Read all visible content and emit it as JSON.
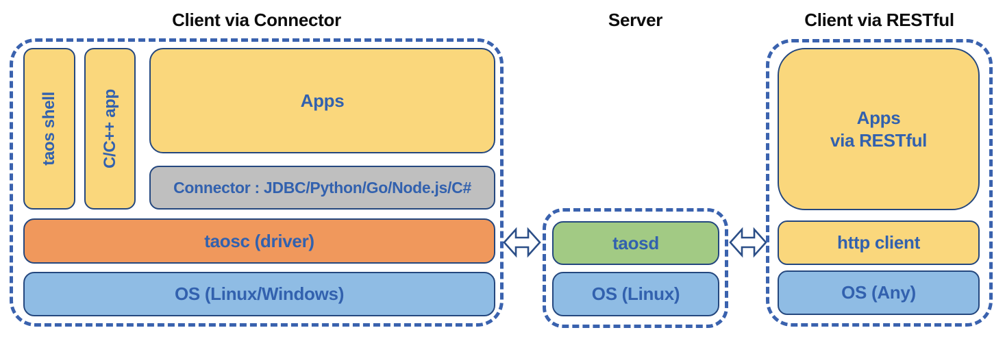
{
  "left": {
    "title": "Client via Connector",
    "taos_shell": "taos shell",
    "cpp_app": "C/C++ app",
    "apps": "Apps",
    "connector": "Connector : JDBC/Python/Go/Node.js/C#",
    "taosc": "taosc (driver)",
    "os": "OS (Linux/Windows)"
  },
  "server": {
    "title": "Server",
    "taosd": "taosd",
    "os": "OS (Linux)"
  },
  "right": {
    "title": "Client via RESTful",
    "apps_line1": "Apps",
    "apps_line2": "via RESTful",
    "http_client": "http client",
    "os": "OS (Any)"
  },
  "icons": {
    "left_arrow": "double-headed-arrow",
    "right_arrow": "double-headed-arrow"
  },
  "colors": {
    "dashed_border": "#3a62ae",
    "box_border": "#24477e",
    "yellow_fill": "#fad77c",
    "gray_fill": "#bfbfbf",
    "orange_fill": "#f0985c",
    "blue_fill": "#8fbce4",
    "green_fill": "#a2ca84",
    "label_blue": "#3261ae",
    "title_black": "#0c0c0c",
    "arrow_stroke": "#2b4e87",
    "arrow_fill": "#ffffff"
  }
}
